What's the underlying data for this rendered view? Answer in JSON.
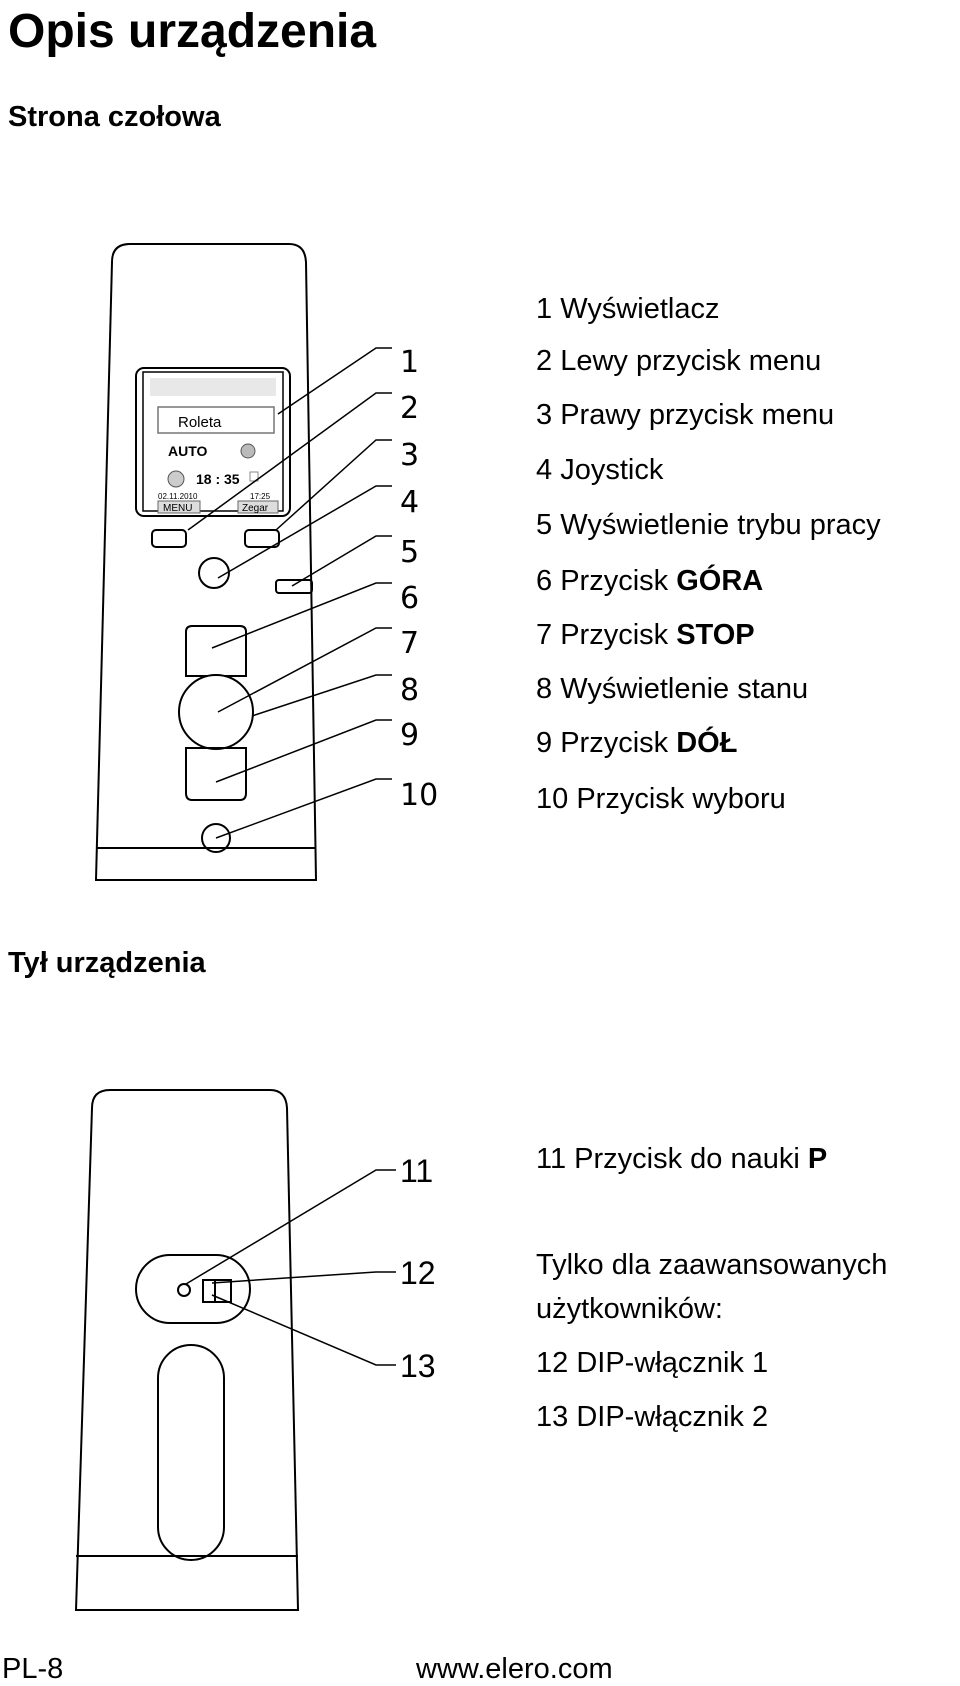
{
  "page": {
    "title": "Opis urządzenia",
    "front_heading": "Strona czołowa",
    "back_heading": "Tył urządzenia",
    "footer_left": "PL-8",
    "footer_center": "www.elero.com"
  },
  "front_list": [
    {
      "num": "1",
      "text": "Wyświetlacz",
      "bold": ""
    },
    {
      "num": "2",
      "text": "Lewy przycisk menu",
      "bold": ""
    },
    {
      "num": "3",
      "text": "Prawy przycisk menu",
      "bold": ""
    },
    {
      "num": "4",
      "text": "Joystick",
      "bold": ""
    },
    {
      "num": "5",
      "text": "Wyświetlenie trybu pracy",
      "bold": ""
    },
    {
      "num": "6",
      "text": "Przycisk ",
      "bold": "GÓRA"
    },
    {
      "num": "7",
      "text": "Przycisk ",
      "bold": "STOP"
    },
    {
      "num": "8",
      "text": "Wyświetlenie stanu",
      "bold": ""
    },
    {
      "num": "9",
      "text": "Przycisk ",
      "bold": "DÓŁ"
    },
    {
      "num": "10",
      "text": "Przycisk wyboru",
      "bold": ""
    }
  ],
  "back_list": {
    "item11": {
      "text": "11 Przycisk do nauki ",
      "bold": "P"
    },
    "note_line1": "Tylko dla zaawansowanych",
    "note_line2": "użytkowników:",
    "item12": "12 DIP-włącznik 1",
    "item13": "13 DIP-włącznik 2"
  },
  "front_callouts": [
    "1",
    "2",
    "3",
    "4",
    "5",
    "6",
    "7",
    "8",
    "9",
    "10"
  ],
  "back_callouts": [
    "11",
    "12",
    "13"
  ],
  "display": {
    "field": "Roleta",
    "mode": "AUTO",
    "time": "18 : 35",
    "date": "02.11.2010",
    "small_time": "17:25",
    "left_soft": "MENU",
    "right_soft": "Zegar"
  }
}
